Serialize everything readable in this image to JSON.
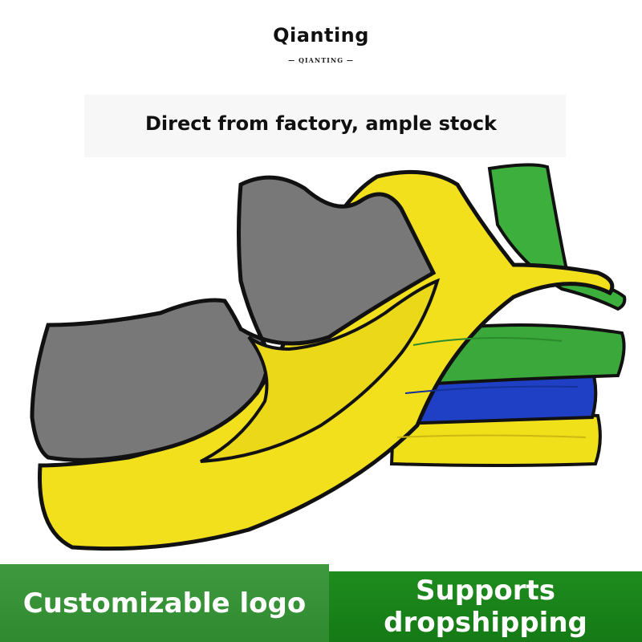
{
  "brand": {
    "name": "Qianting",
    "sub": "— QIANTING —"
  },
  "tagline": "Direct from factory, ample stock",
  "banners": {
    "left": "Customizable logo",
    "right_line1": "Supports",
    "right_line2": "dropshipping"
  },
  "colors": {
    "towel_gray": "#7a7a7a",
    "towel_yellow": "#f2e21a",
    "towel_green": "#3aa83a",
    "towel_blue": "#1f3fc4",
    "border_black": "#111111",
    "banner_green": "#3a963a"
  }
}
